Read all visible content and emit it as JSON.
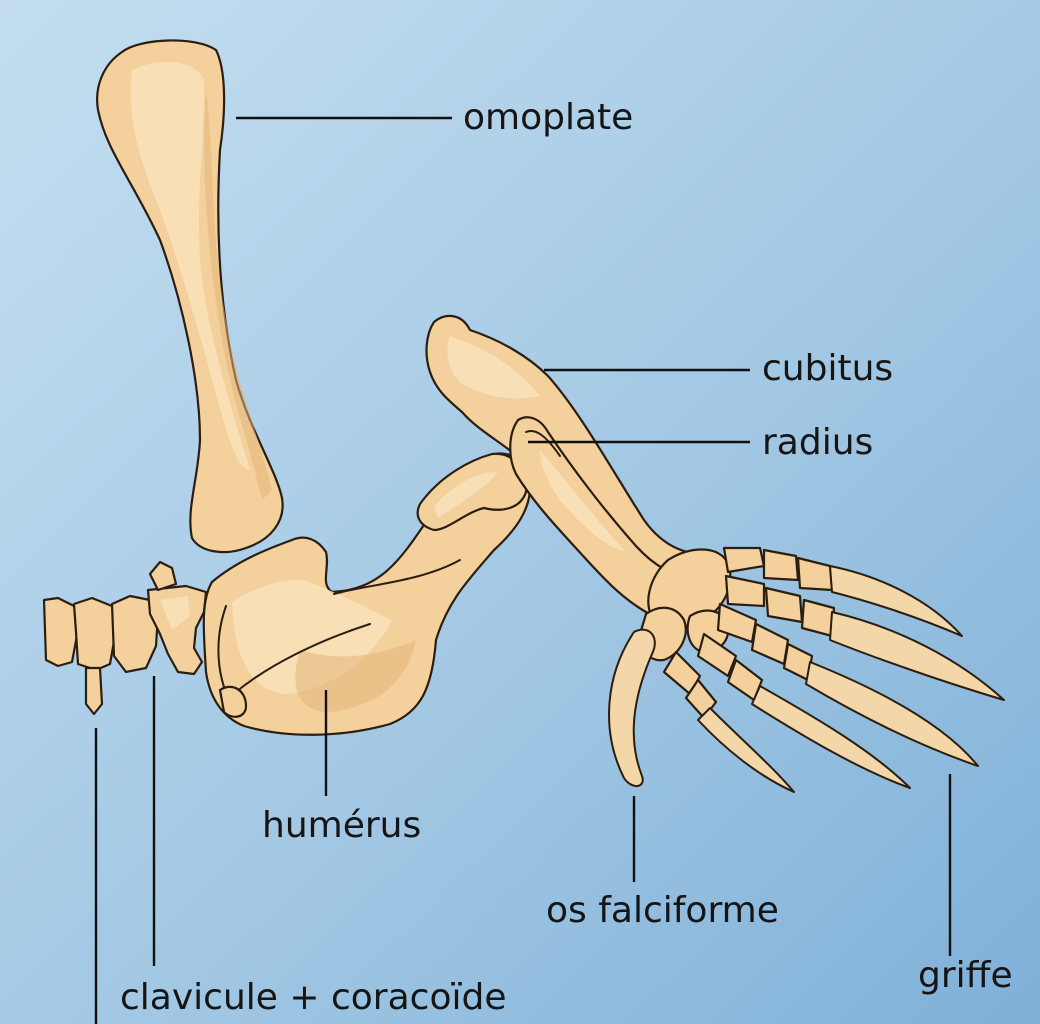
{
  "labels": {
    "omoplate": "omoplate",
    "cubitus": "cubitus",
    "radius": "radius",
    "humerus": "humérus",
    "os_falciforme": "os falciforme",
    "griffe": "griffe",
    "clavicule_coracoide": "clavicule + coracoïde"
  },
  "colors": {
    "background_light": "#c4def0",
    "background_dark": "#7fb0d8",
    "bone": "#f3d09c",
    "outline": "#2a1e12",
    "label_text": "#151515"
  }
}
